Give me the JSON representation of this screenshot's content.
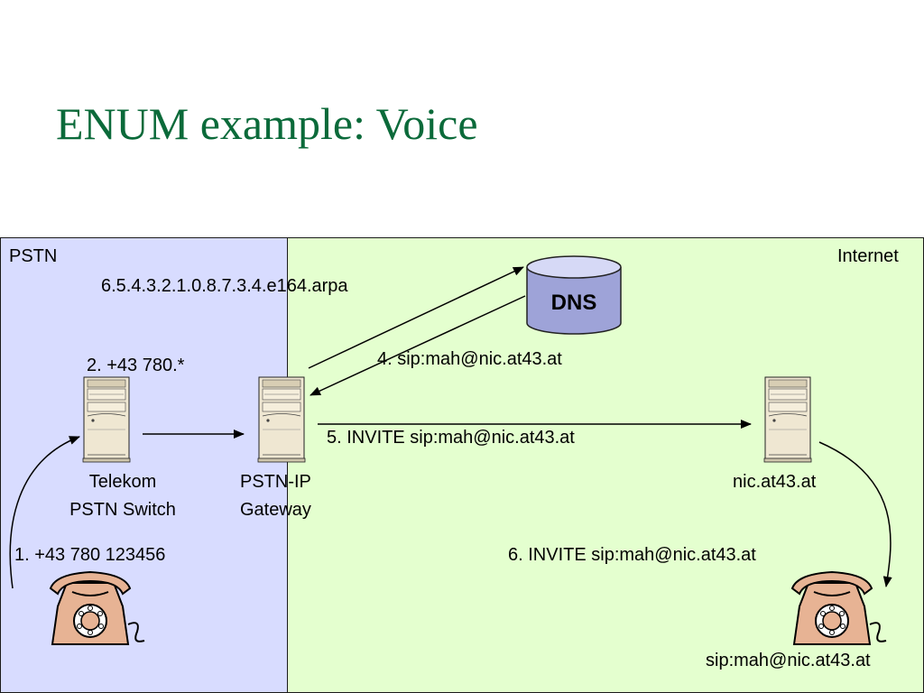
{
  "title": "ENUM example: Voice",
  "zones": {
    "pstn": "PSTN",
    "internet": "Internet"
  },
  "dns": {
    "label": "DNS"
  },
  "nodes": {
    "telekom_switch": {
      "line1": "Telekom",
      "line2": "PSTN Switch"
    },
    "gateway": {
      "line1": "PSTN-IP",
      "line2": "Gateway"
    },
    "server": {
      "label": "nic.at43.at"
    }
  },
  "steps": {
    "query": "6.5.4.3.2.1.0.8.7.3.4.e164.arpa",
    "s1": "1.  +43 780 123456",
    "s2": "2. +43 780.*",
    "s4": "4. sip:mah@nic.at43.at",
    "s5": "5. INVITE sip:mah@nic.at43.at",
    "s6": "6. INVITE sip:mah@nic.at43.at"
  },
  "destination": "sip:mah@nic.at43.at",
  "colors": {
    "title": "#0b6a3a",
    "pstn_bg": "#d8dcff",
    "internet_bg": "#e4ffcf",
    "dns_body": "#9ea3d8",
    "phone_body": "#e7b394"
  },
  "icons": [
    "server-icon",
    "database-icon",
    "telephone-icon"
  ]
}
